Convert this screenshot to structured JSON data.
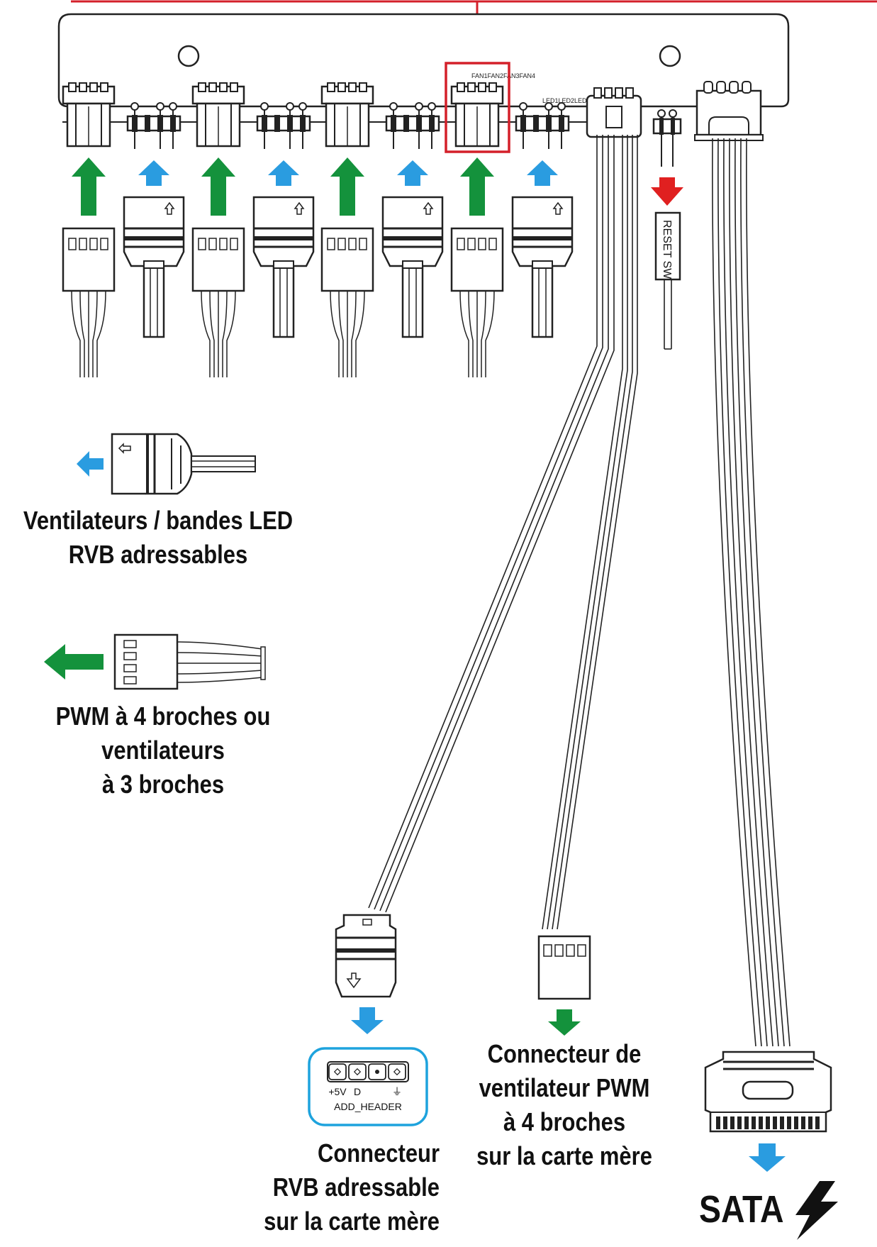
{
  "board": {
    "pin_labels_fan": "FAN1FAN2FAN3FAN4",
    "pin_labels_led": "LED1LED2LED3LED4",
    "reset_label": "RESET SW"
  },
  "legend": {
    "argb_lines": [
      "Ventilateurs / bandes LED",
      "RVB adressables"
    ],
    "pwm_lines": [
      "PWM à 4 broches ou",
      "ventilateurs",
      "à 3 broches"
    ]
  },
  "targets": {
    "argb_header": {
      "pin_labels": [
        "+5V",
        "D",
        "",
        "⏚"
      ],
      "header_name": "ADD_HEADER",
      "lines": [
        "Connecteur",
        "RVB adressable",
        "sur la carte mère"
      ]
    },
    "pwm_header": {
      "lines": [
        "Connecteur de",
        "ventilateur PWM",
        "à 4 broches",
        "sur la carte mère"
      ]
    },
    "sata": {
      "label": "SATA"
    }
  },
  "colors": {
    "fan_arrow": "#14923c",
    "argb_arrow": "#2a9ce0",
    "reset_arrow": "#e02020",
    "highlight": "#d4202a",
    "outline": "#222222",
    "header_box": "#1ea3dd"
  }
}
